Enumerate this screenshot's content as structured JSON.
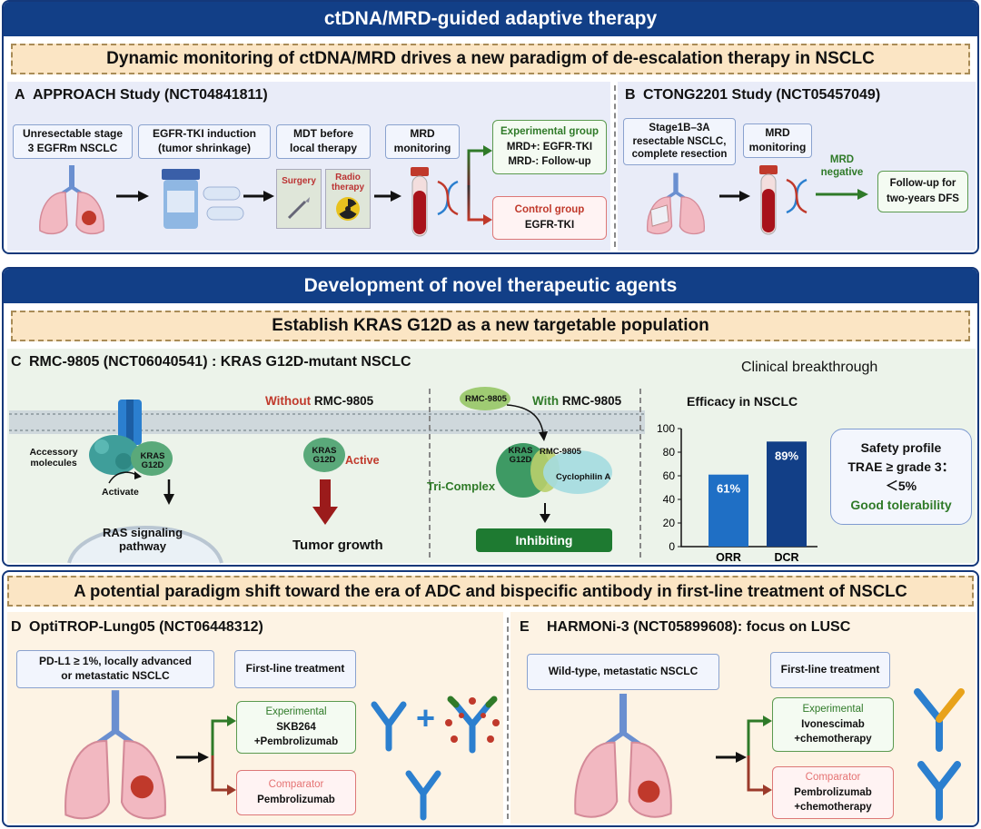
{
  "section1": {
    "band": "ctDNA/MRD-guided adaptive therapy",
    "subtitle": "Dynamic monitoring of ctDNA/MRD drives a new paradigm of de-escalation therapy in NSCLC",
    "panelA": {
      "letter": "A",
      "title": "APPROACH Study (NCT04841811)",
      "box1": "Unresectable stage\n3 EGFRm NSCLC",
      "box2": "EGFR-TKI induction\n(tumor shrinkage)",
      "box3": "MDT before\nlocal therapy",
      "box4": "MRD\nmonitoring",
      "surgery": "Surgery",
      "radio": "Radio\ntherapy",
      "exp_title": "Experimental group",
      "exp_line1": "MRD+: EGFR-TKI",
      "exp_line2": "MRD-: Follow-up",
      "ctrl_title": "Control group",
      "ctrl_line1": "EGFR-TKI"
    },
    "panelB": {
      "letter": "B",
      "title": "CTONG2201 Study (NCT05457049)",
      "box1": "Stage1B–3A\nresectable NSCLC,\ncomplete resection",
      "box2": "MRD\nmonitoring",
      "arrow_label": "MRD\nnegative",
      "box3": "Follow-up for\ntwo-years DFS"
    }
  },
  "section2": {
    "band": "Development of novel therapeutic agents",
    "subtitle": "Establish KRAS G12D as a new targetable population",
    "panelC": {
      "letter": "C",
      "title": "RMC-9805 (NCT06040541) : KRAS G12D-mutant NSCLC",
      "accessory": "Accessory\nmolecules",
      "kras1": "KRAS\nG12D",
      "activate": "Activate",
      "ras_pathway": "RAS signaling\npathway",
      "without_prefix": "Without",
      "without_drug": "RMC-9805",
      "kras2": "KRAS\nG12D",
      "active": "Active",
      "tumor_growth": "Tumor growth",
      "drug_blob": "RMC-9805",
      "with_prefix": "With",
      "with_drug": "RMC-9805",
      "kras3": "KRAS\nG12D",
      "drug_label": "RMC-9805",
      "cyclophilin": "Cyclophilin A",
      "tricomplex": "Tri-Complex",
      "inhibiting": "Inhibiting",
      "clinical": "Clinical breakthrough",
      "efficacy": "Efficacy in NSCLC",
      "safety_title": "Safety profile",
      "safety_line": "TRAE ≥ grade 3：",
      "safety_value": "＜5%",
      "tolerability": "Good tolerability"
    },
    "chart_data": {
      "type": "bar",
      "categories": [
        "ORR",
        "DCR"
      ],
      "values": [
        61,
        89
      ],
      "data_labels": [
        "61%",
        "89%"
      ],
      "title": "Efficacy in NSCLC",
      "ylim": [
        0,
        100
      ],
      "yticks": [
        "0",
        "20",
        "40",
        "60",
        "80",
        "100"
      ],
      "colors": [
        "#1f6fc5",
        "#123f87"
      ]
    }
  },
  "section3": {
    "subtitle": "A potential paradigm shift toward the era of ADC and bispecific antibody in first-line treatment of NSCLC",
    "panelD": {
      "letter": "D",
      "title": "OptiTROP-Lung05 (NCT06448312)",
      "box1": "PD-L1 ≥ 1%, locally advanced\nor metastatic NSCLC",
      "box2": "First-line treatment",
      "exp_title": "Experimental",
      "exp_line1": "SKB264",
      "exp_line2": "+Pembrolizumab",
      "cmp_title": "Comparator",
      "cmp_line1": "Pembrolizumab",
      "plus": "+"
    },
    "panelE": {
      "letter": "E",
      "title": "HARMONi-3 (NCT05899608): focus on LUSC",
      "box1": "Wild-type, metastatic NSCLC",
      "box2": "First-line treatment",
      "exp_title": "Experimental",
      "exp_line1": "Ivonescimab",
      "exp_line2": "+chemotherapy",
      "cmp_title": "Comparator",
      "cmp_line1": "Pembrolizumab",
      "cmp_line2": "+chemotherapy"
    }
  },
  "colors": {
    "navy": "#123f87",
    "banner_bg": "#fbe5c4",
    "panel_blue": "#e9ecf8",
    "panel_green": "#ecf3ea",
    "panel_peach": "#fdf3e4",
    "green_text": "#2f7a28",
    "red_text": "#c0392b"
  }
}
